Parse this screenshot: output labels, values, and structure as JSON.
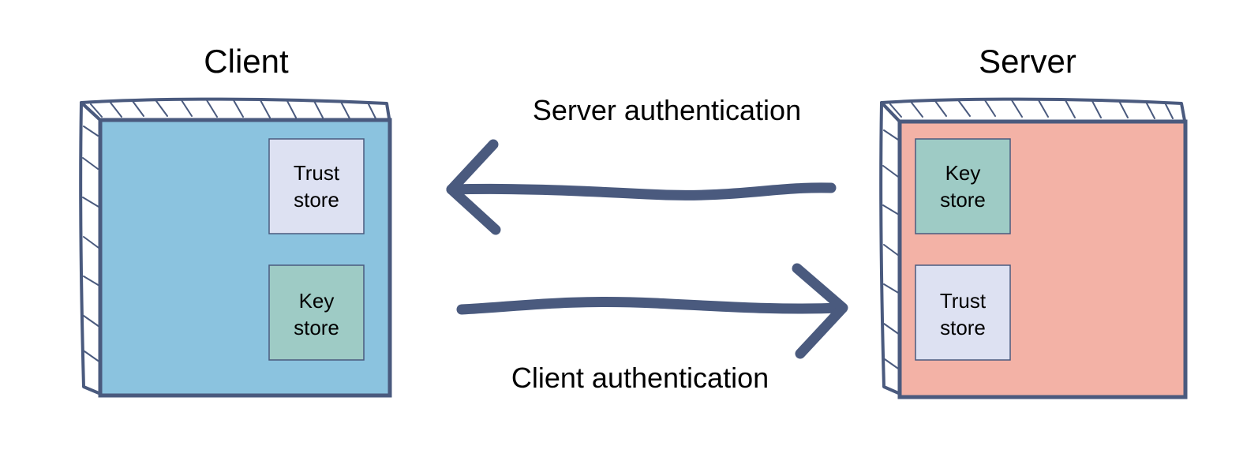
{
  "client": {
    "title": "Client",
    "fill": "#8bc3df",
    "stores": [
      {
        "line1": "Trust",
        "line2": "store",
        "fill": "#dde1f2"
      },
      {
        "line1": "Key",
        "line2": "store",
        "fill": "#9ecbc5"
      }
    ]
  },
  "server": {
    "title": "Server",
    "fill": "#f3b2a6",
    "stores": [
      {
        "line1": "Key",
        "line2": "store",
        "fill": "#9ecbc5"
      },
      {
        "line1": "Trust",
        "line2": "store",
        "fill": "#dde1f2"
      }
    ]
  },
  "arrows": {
    "top_label": "Server authentication",
    "bottom_label": "Client authentication",
    "color": "#4a5a7e"
  }
}
